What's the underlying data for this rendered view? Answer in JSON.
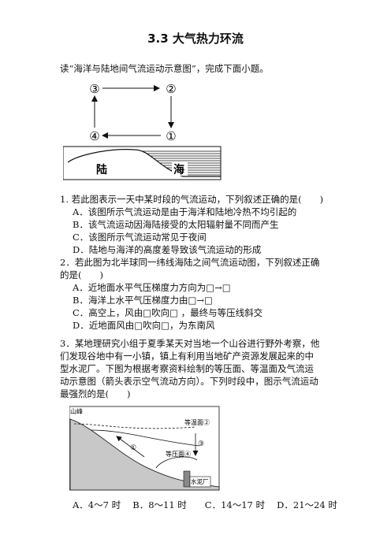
{
  "title": "3.3 大气热力环流",
  "intro": "读“海洋与陆地间气流运动示意图”，完成下面小题。",
  "figure1": {
    "n1": "①",
    "n2": "②",
    "n3": "③",
    "n4": "④",
    "land": "陆",
    "sea": "海"
  },
  "q1": {
    "stem": "1. 若此图表示一天中某时段的气流运动，下列叙述正确的是(　　)",
    "options": [
      "A．该图所示气流运动是由于海洋和陆地冷热不均引起的",
      "B．该气流运动因海陆接受的太阳辐射量不同而产生",
      "C．该图所示气流运动常见于夜间",
      "D．陆地与海洋的高度差导致该气流运动的形成"
    ]
  },
  "q2": {
    "stem_line1": "2．若此图为北半球同一纬线海陆之间气流运动图，下列叙述正确",
    "stem_line2": "的是(　　)",
    "options": [
      "A．近地面水平气压梯度力方向为□→□",
      "B．海洋上水平气压梯度力由□→□",
      "C．高空上，风由□吹向□ ，最终与等压线斜交",
      "D．近地面风由□吹向□，为东南风"
    ]
  },
  "q3": {
    "lines": [
      "3．某地理研究小组于夏季某天对当地一个山谷进行野外考察，他",
      "们发现谷地中有一小镇，镇上有利用当地矿产资源发展起来的中",
      "型水泥厂。下图为根据考察资料绘制的等压面、等温面及气流运",
      "动示意图（箭头表示空气流动方向）。下列时段中，图示气流运动",
      "最强烈的是(　　)"
    ],
    "options": "A．4～7 时　 B．8～11 时　　C．14～17 时　 D．21～24 时"
  },
  "figure2": {
    "mountain": "山峰",
    "isotherm": "等温面②",
    "isobar": "等压面④",
    "arrow1": "①",
    "arrow3": "③",
    "factory": "水泥厂"
  }
}
